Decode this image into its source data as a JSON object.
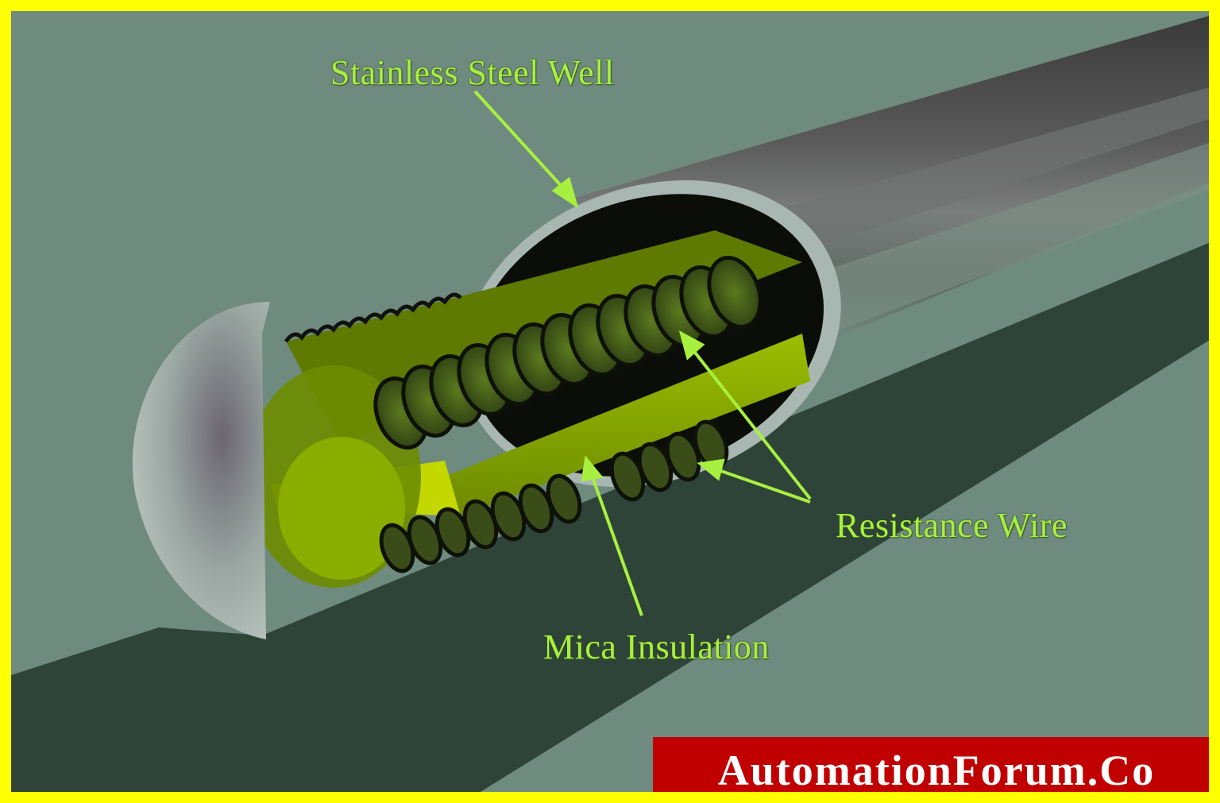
{
  "diagram": {
    "subject": "Cutaway of electric heater element",
    "labels": {
      "stainless_steel_well": "Stainless Steel Well",
      "resistance_wire": "Resistance Wire",
      "mica_insulation": "Mica Insulation"
    },
    "watermark": "AutomationForum.Co",
    "colors": {
      "frame_border": "#ffff00",
      "background": "#6f8a7e",
      "label_text": "#a8f040",
      "watermark_bg": "#c00000",
      "watermark_text": "#ffffff",
      "shadow": "#2f4438",
      "tube": "#4a4c4c",
      "mica": "#8fb000"
    }
  }
}
